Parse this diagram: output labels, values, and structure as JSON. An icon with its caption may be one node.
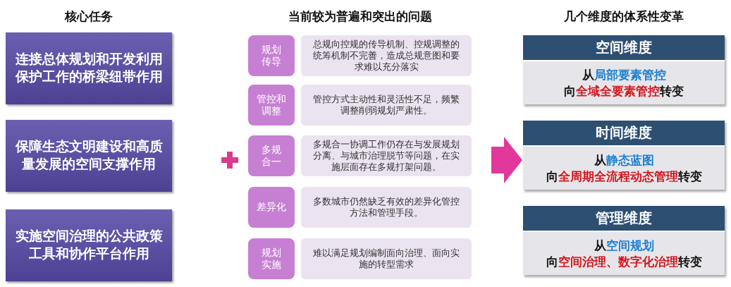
{
  "diagram": {
    "nodes": [
      {
        "text": [
          "连接总体规划和开发利用保护工作的桥梁纽带作用"
        ]
      },
      {
        "text": [
          "保障生态文明建设和高质量发展的空间支撑作用"
        ]
      },
      {
        "text": [
          "实施空间治理的公共政策工具和协作平台作用"
        ]
      },
      {
        "text": [
          "规划传导"
        ]
      },
      {
        "text": [
          "总规向控规的传导机制、控规调整的统筹机制不完善，造成总规意图和要求难以充分落实"
        ]
      },
      {
        "text": [
          "管控和调整"
        ]
      },
      {
        "text": [
          "管控方式主动性和灵活性不足，频繁调整削弱规划严肃性。"
        ]
      },
      {
        "text": [
          "多规合一"
        ]
      },
      {
        "text": [
          "多规合一协调工作仍存在与发展规划分离、与城市治理脱节等问题，在实施层面存在多规打架问题。"
        ]
      },
      {
        "text": [
          "差异化"
        ]
      },
      {
        "text": [
          "多数城市仍然缺乏有效的差异化管控方法和管理手段。"
        ]
      },
      {
        "text": [
          "规划实施"
        ]
      },
      {
        "text": [
          "难以满足规划编制面向治理、面向实施的转型需求"
        ]
      },
      {
        "text": [
          "空间维度",
          "从",
          "局部要素管控",
          "向",
          "全域全要素管控",
          "转变"
        ]
      },
      {
        "text": [
          "时间维度",
          "从",
          "静态蓝图",
          "向",
          "全周期全流程动态管理",
          "转变"
        ]
      },
      {
        "text": [
          "管理维度",
          "从",
          "空间规划",
          "向",
          "空间治理、数字化治理",
          "转变"
        ]
      }
    ],
    "edges": [
      {
        "from": 8,
        "to": 14,
        "arrow": "to"
      }
    ],
    "labels": [
      "核心任务",
      "当前较为普遍和突出的问题",
      "几个维度的体系性变革"
    ]
  }
}
